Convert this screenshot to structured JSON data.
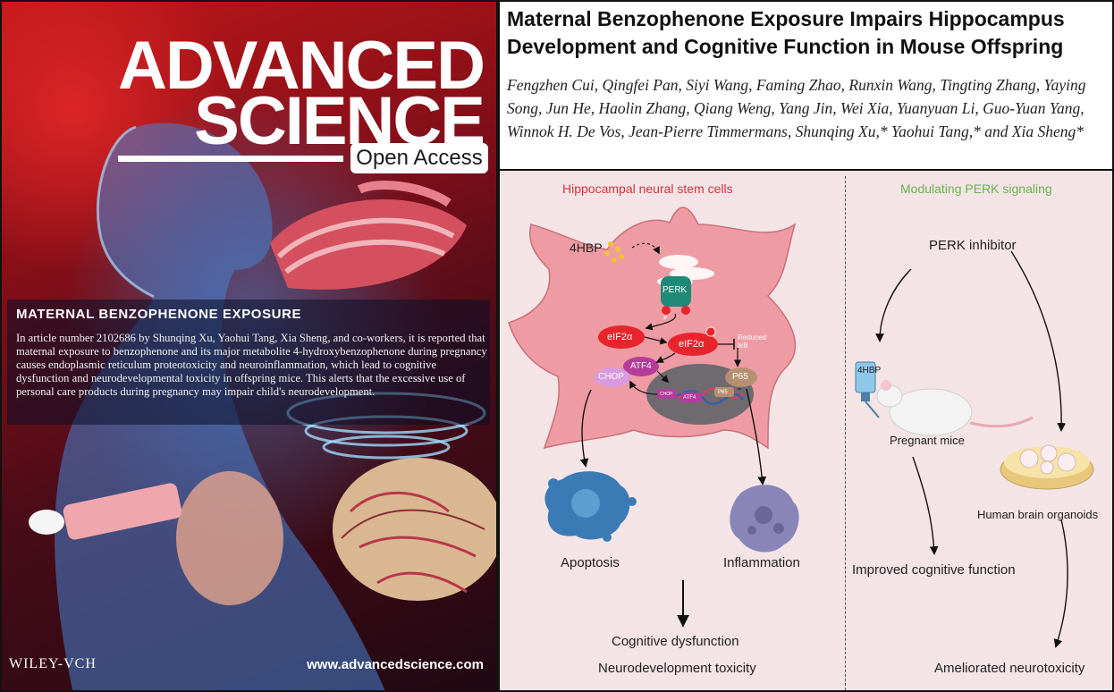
{
  "cover": {
    "title_line1": "ADVANCED",
    "title_line2": "SCIENCE",
    "open_access": "Open Access",
    "caption_title": "MATERNAL BENZOPHENONE EXPOSURE",
    "caption_text": "In article number 2102686 by Shunqing Xu, Yaohui Tang, Xia Sheng, and co-workers, it is reported that maternal exposure to benzophenone and its major metabolite 4-hydroxybenzophenone during pregnancy causes endoplasmic reticulum proteotoxicity and neuroinflammation, which lead to cognitive dysfunction and neurodevelopmental toxicity in offspring mice. This alerts that the excessive use of personal care products during pregnancy may impair child's neurodevelopment.",
    "publisher": "WILEY-VCH",
    "website": "www.advancedscience.com"
  },
  "paper": {
    "title": "Maternal Benzophenone Exposure Impairs Hippocampus Development and Cognitive Function in Mouse Offspring",
    "authors": "Fengzhen Cui, Qingfei Pan, Siyi Wang, Faming Zhao, Runxin Wang, Tingting Zhang, Yaying Song, Jun He, Haolin Zhang, Qiang Weng, Yang Jin, Wei Xia, Yuanyuan Li, Guo-Yuan Yang, Winnok H. De Vos, Jean-Pierre Timmermans, Shunqing Xu,* Yaohui Tang,* and Xia Sheng*"
  },
  "abstract": {
    "left_title": "Hippocampal neural stem cells",
    "right_title": "Modulating PERK signaling",
    "compound": "4HBP",
    "perk": "PERK",
    "phospho": "P",
    "eif2a": "eIF2α",
    "eif2a_p": "eIF2α",
    "reduced_ikb": "Reduced IκB",
    "atf4": "ATF4",
    "atf4_nuclear": "ATF4",
    "chop": "CHOP",
    "chop_nuclear": "CHOP",
    "p65": "P65",
    "p65_nuclear": "P65",
    "apoptosis": "Apoptosis",
    "inflammation": "Inflammation",
    "cognitive_dysfunction": "Cognitive dysfunction",
    "neurodevelopment_toxicity": "Neurodevelopment toxicity",
    "perk_inhibitor": "PERK inhibitor",
    "bottle_label": "4HBP",
    "pregnant_mice": "Pregnant mice",
    "organoids": "Human brain organoids",
    "improved_cognitive": "Improved cognitive function",
    "ameliorated": "Ameliorated neurotoxicity"
  },
  "colors": {
    "cell": "#ef9ba3",
    "red_node": "#e8242c",
    "purple_node": "#b43c9a",
    "teal_perk": "#1f8a78",
    "accent_red_title": "#d2343e",
    "accent_green_title": "#6ab44e"
  }
}
